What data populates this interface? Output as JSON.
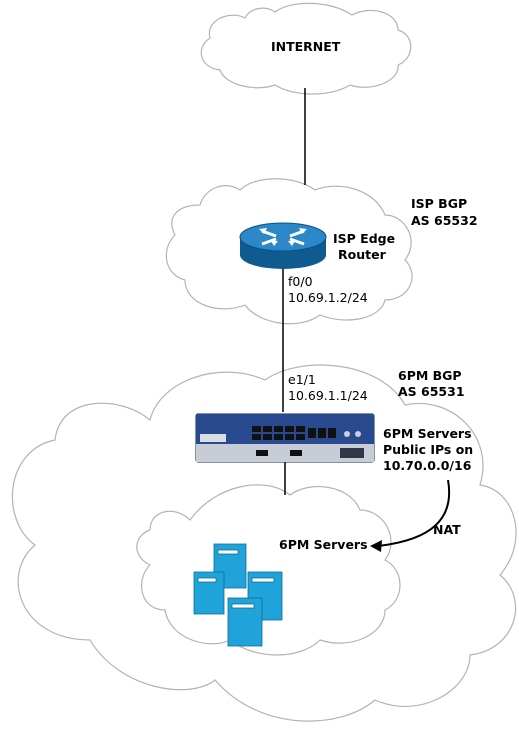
{
  "diagram": {
    "internet_label": "INTERNET",
    "isp": {
      "bgp_line1": "ISP BGP",
      "bgp_line2": "AS 65532",
      "router_line1": "ISP Edge",
      "router_line2": "Router",
      "iface_name": "f0/0",
      "iface_ip": "10.69.1.2/24"
    },
    "sixpm": {
      "bgp_line1": "6PM BGP",
      "bgp_line2": "AS 65531",
      "iface_name": "e1/1",
      "iface_ip": "10.69.1.1/24",
      "public_line1": "6PM Servers",
      "public_line2": "Public IPs on",
      "public_line3": "10.70.0.0/16",
      "nat_label": "NAT",
      "servers_label": "6PM Servers"
    },
    "colors": {
      "cloud_stroke": "#b3b3b3",
      "router_blue": "#1b6fa8",
      "firewall_navy": "#1f3a78",
      "server_cyan": "#1fa3d8"
    },
    "icons": [
      "cloud-icon",
      "router-icon",
      "firewall-icon",
      "server-icon"
    ]
  }
}
